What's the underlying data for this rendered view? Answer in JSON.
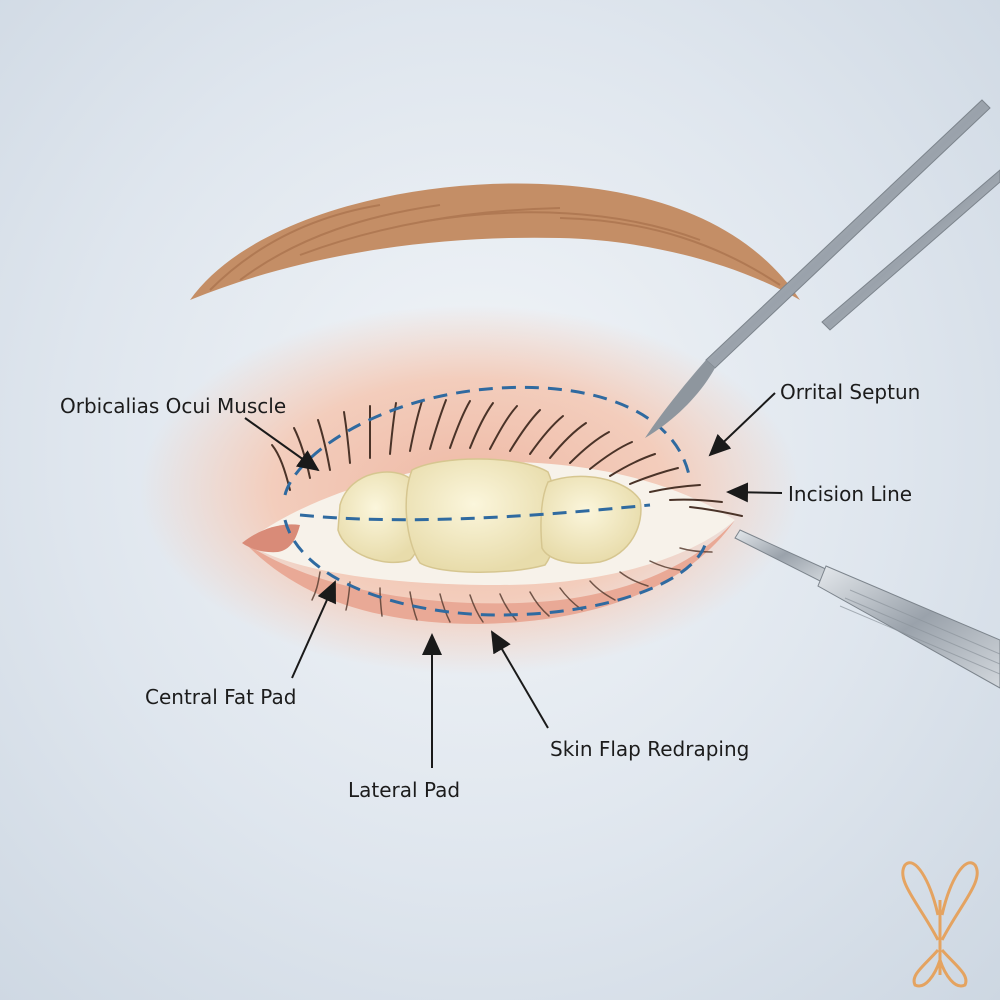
{
  "labels": {
    "orbicularis": "Orbicalias Ocui Muscle",
    "septum": "Orrital Septun",
    "incision": "Incision Line",
    "central_fat_pad": "Central Fat Pad",
    "skin_flap": "Skin Flap Redraping",
    "lateral_pad": "Lateral Pad"
  },
  "colors": {
    "incision_dash": "#2f6aa0",
    "fat_pad": "#f3ecc6",
    "eyebrow": "#c08a62",
    "skin": "#f1c8b4",
    "instrument": "#a7aeb6"
  },
  "icons": {
    "watermark": "butterfly-logo-icon"
  }
}
